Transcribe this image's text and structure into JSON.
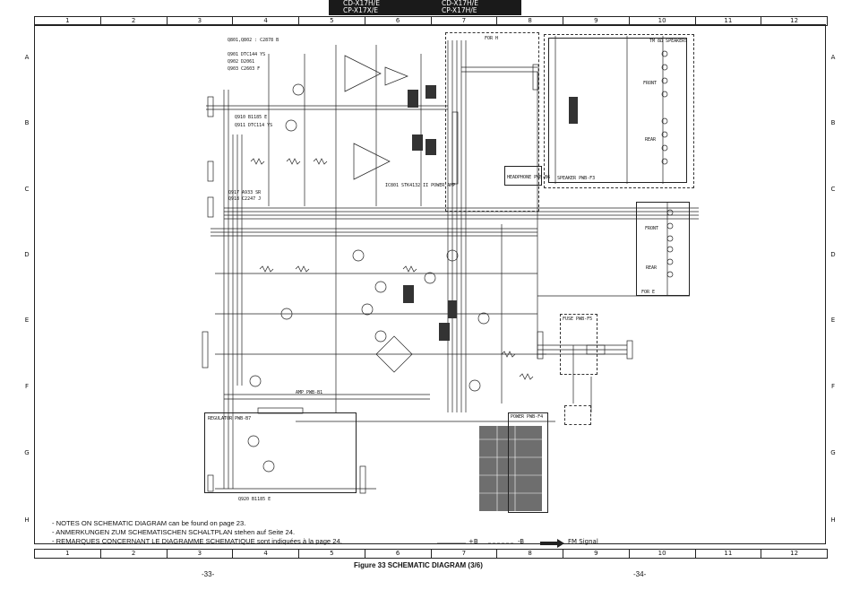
{
  "header": {
    "left_line1": "CD-X17H/E",
    "left_line2": "CP-X17X/E",
    "right_line1": "CD-X17H/E",
    "right_line2": "CP-X17H/E"
  },
  "grid": {
    "columns": [
      "1",
      "2",
      "3",
      "4",
      "5",
      "6",
      "7",
      "8",
      "9",
      "10",
      "11",
      "12"
    ],
    "rows": [
      "A",
      "B",
      "C",
      "D",
      "E",
      "F",
      "G",
      "H"
    ]
  },
  "labels": {
    "q_list_1": "Q801,Q802 : C2878 B",
    "q_901": "Q901 DTC144 YS",
    "q_902": "Q902 D2061",
    "q_903": "Q903 C2603 F",
    "q_910": "Q910 B1185 E",
    "q_911": "Q911 DTC114 YS",
    "q_917": "Q917 A933 SR",
    "q_918": "Q918 C2247 J",
    "q_920": "Q920 B1185 E",
    "for_h": "FOR H",
    "for_e": "FOR E",
    "headphone": "HEADPHONE PWB-B6",
    "speaker": "SPEAKER PWB-F3",
    "fuse": "FUSE PWB-F5",
    "power": "POWER PWB-F4",
    "regulator": "REGULATOR PWB-B7",
    "amp": "AMP PWB-B1",
    "ic801": "IC801 STK4132 II POWER AMP",
    "front": "FRONT",
    "rear": "REAR",
    "tm_spk": "TM 8Ω SPEAKERS"
  },
  "notes": [
    "NOTES ON SCHEMATIC DIAGRAM can be found on page 23.",
    "ANMERKUNGEN ZUM SCHEMATISCHEN SCHALTPLAN stehen auf Seite 24.",
    "REMARQUES CONCERNANT LE DIAGRAMME SCHEMATIQUE sont indiquées à la page 24."
  ],
  "legend": {
    "plus_b": "+B",
    "minus_b": "-B",
    "fm": "FM Signal"
  },
  "caption": "Figure 33  SCHEMATIC DIAGRAM (3/6)",
  "page_left": "-33-",
  "page_right": "-34-"
}
